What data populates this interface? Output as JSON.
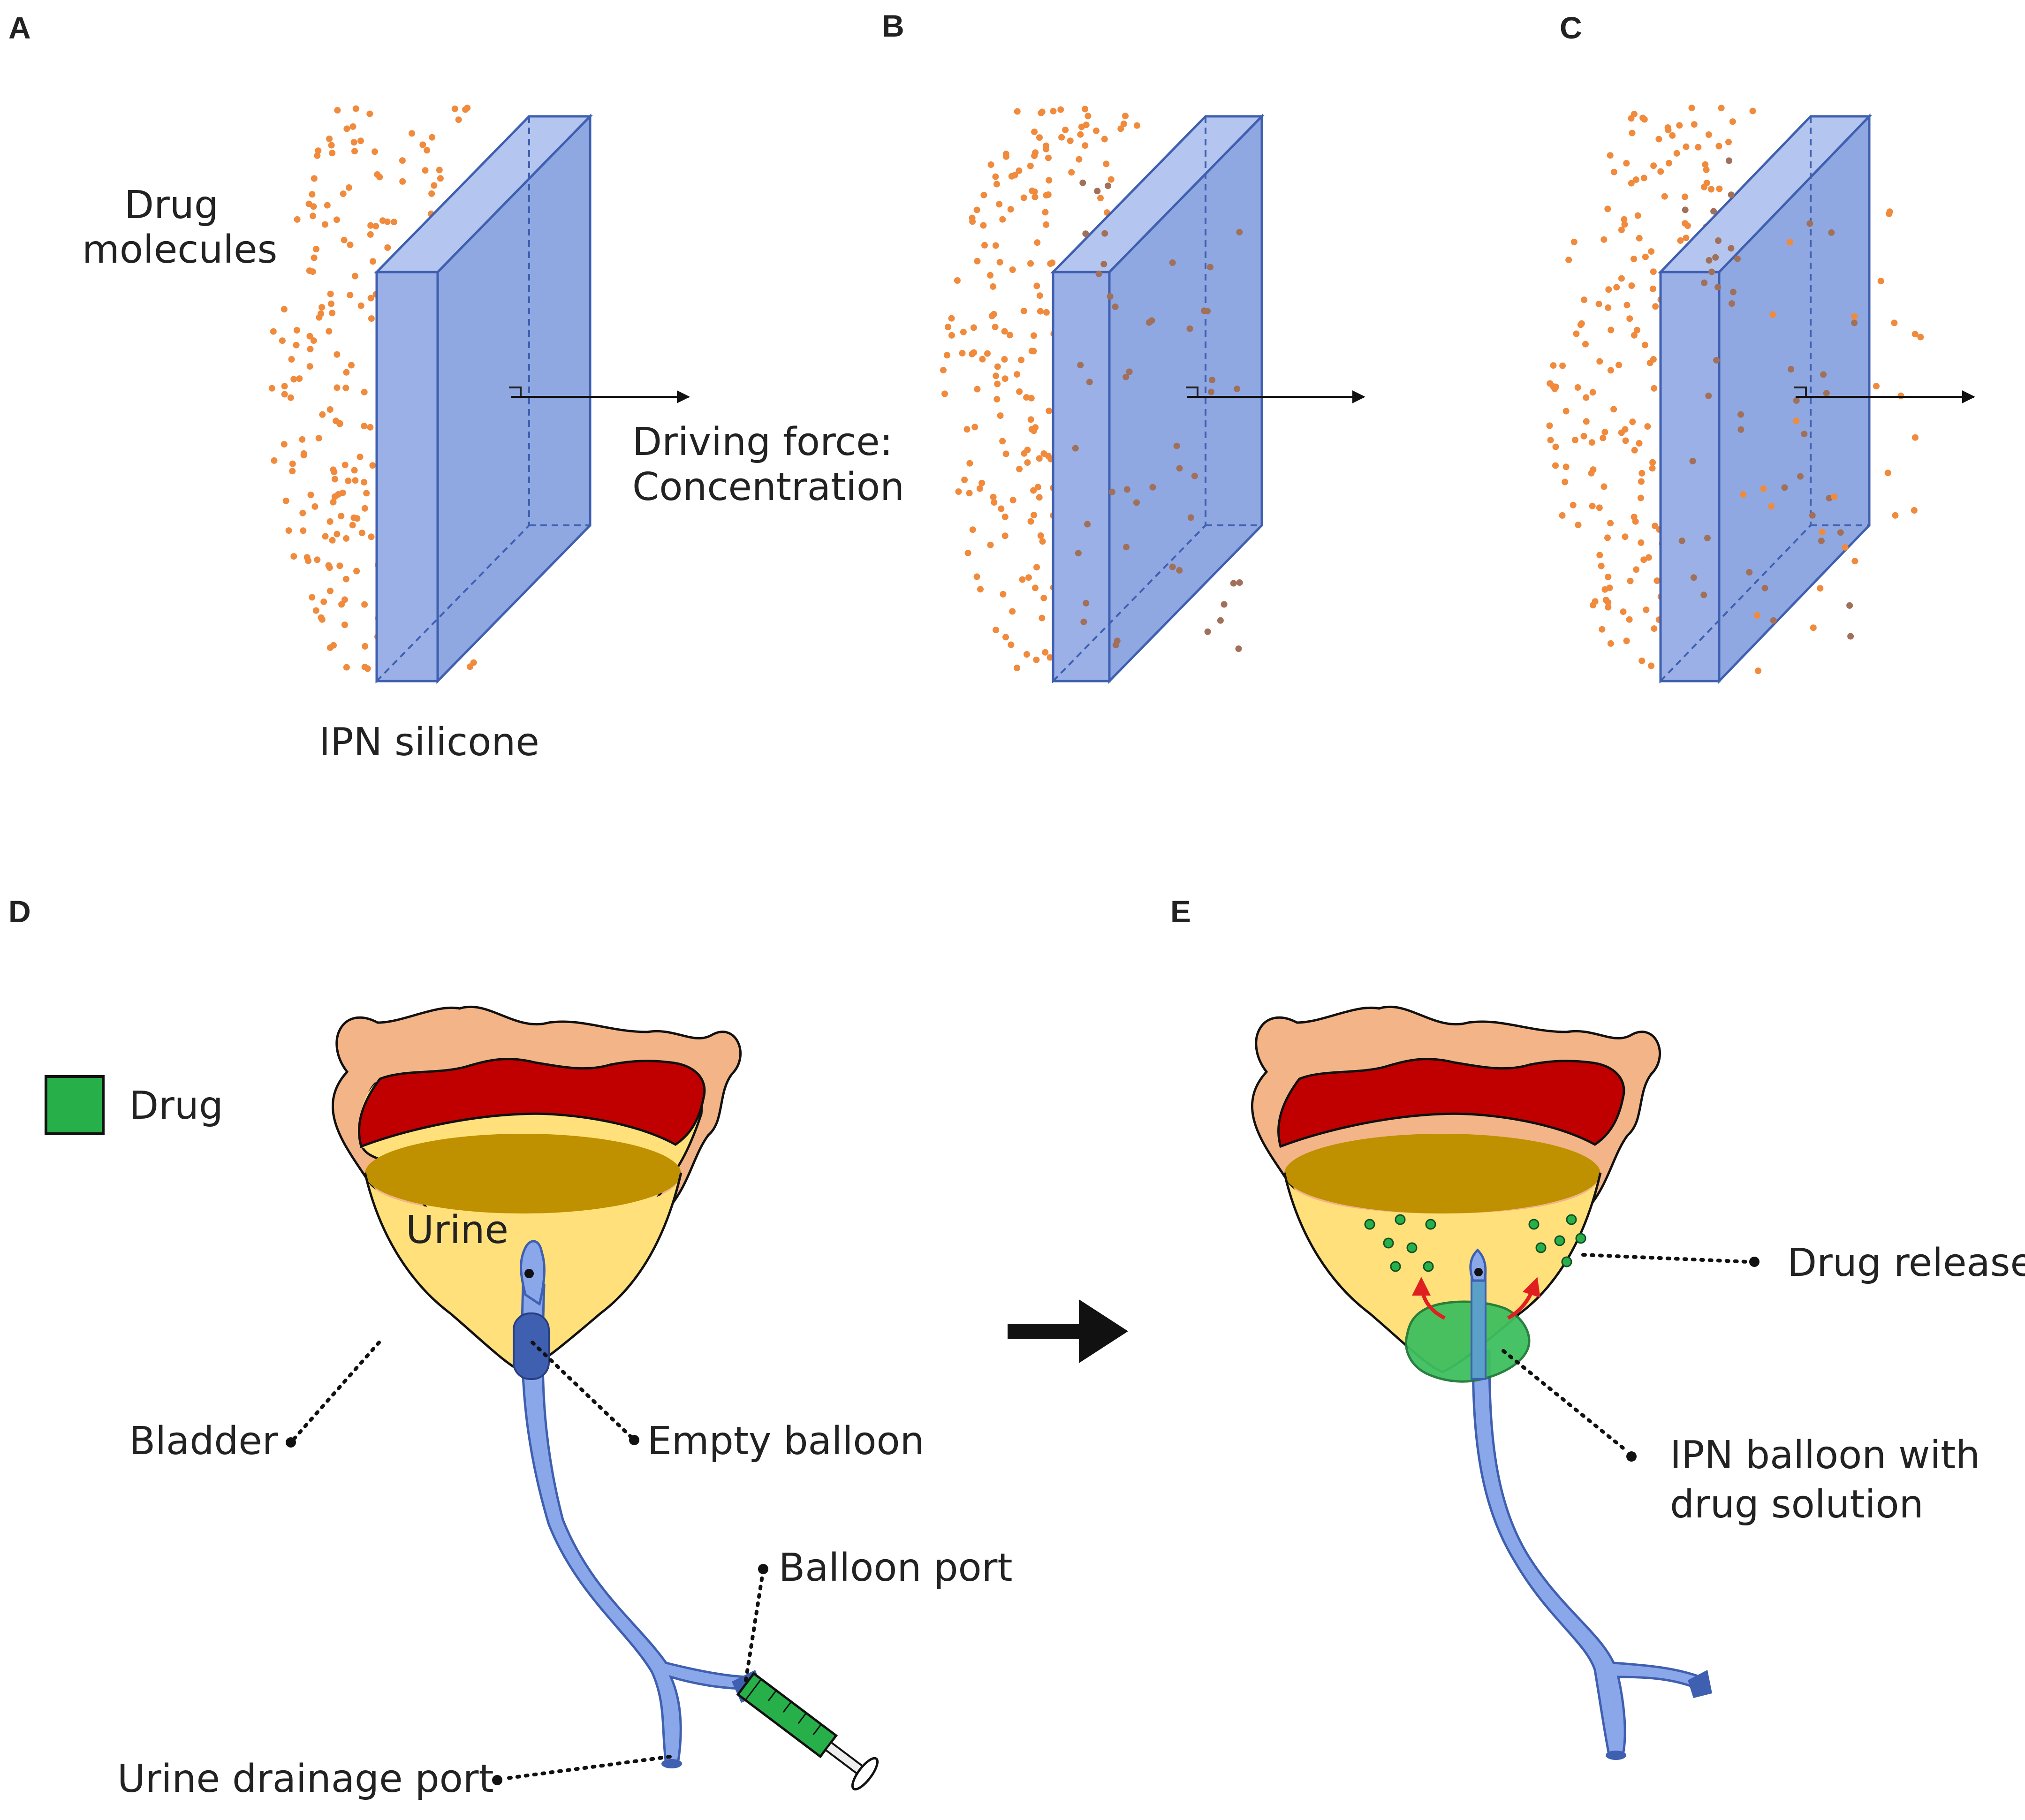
{
  "panels": {
    "A": "A",
    "B": "B",
    "C": "C",
    "D": "D",
    "E": "E"
  },
  "labels": {
    "drug_molecules_line1": "Drug",
    "drug_molecules_line2": "molecules",
    "driving_force_line1": "Driving force:",
    "driving_force_line2": "Concentration",
    "ipn_silicone": "IPN silicone",
    "legend_drug": "Drug",
    "urine": "Urine",
    "bladder": "Bladder",
    "empty_balloon": "Empty balloon",
    "balloon_port": "Balloon port",
    "urine_drainage_port": "Urine drainage port",
    "drug_release": "Drug release",
    "ipn_balloon_line1": "IPN balloon with",
    "ipn_balloon_line2": "drug solution"
  },
  "colors": {
    "drug_dot": "#f08a3c",
    "absorbed_dot": "#a0705a",
    "slab_face": "#9fb4e6",
    "slab_edge": "#3f5fb0",
    "drug_green": "#27b04a",
    "bladder_outer": "#f3b487",
    "bladder_red": "#c00000",
    "urine_yellow": "#ffe07a",
    "urine_surface": "#bf9000",
    "catheter": "#7f9fe6",
    "release_arrow": "#e02020"
  }
}
